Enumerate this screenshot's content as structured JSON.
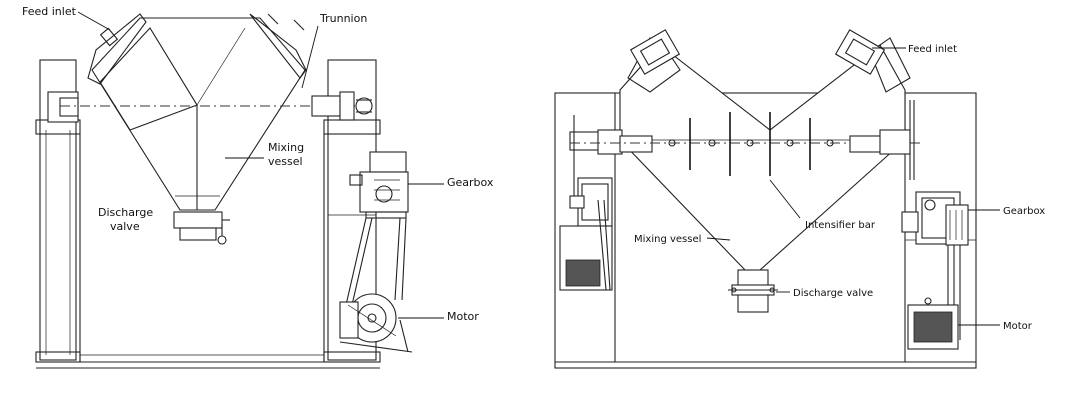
{
  "left_diagram": {
    "labels": {
      "feed_inlet": "Feed inlet",
      "trunnion": "Trunnion",
      "mixing_vessel_1": "Mixing",
      "mixing_vessel_2": "vessel",
      "gearbox": "Gearbox",
      "discharge_valve_1": "Discharge",
      "discharge_valve_2": "valve",
      "motor": "Motor"
    }
  },
  "right_diagram": {
    "labels": {
      "feed_inlet": "Feed inlet",
      "gearbox": "Gearbox",
      "intensifier_bar": "Intensifier bar",
      "mixing_vessel": "Mixing vessel",
      "discharge_valve": "Discharge valve",
      "motor": "Motor"
    }
  }
}
